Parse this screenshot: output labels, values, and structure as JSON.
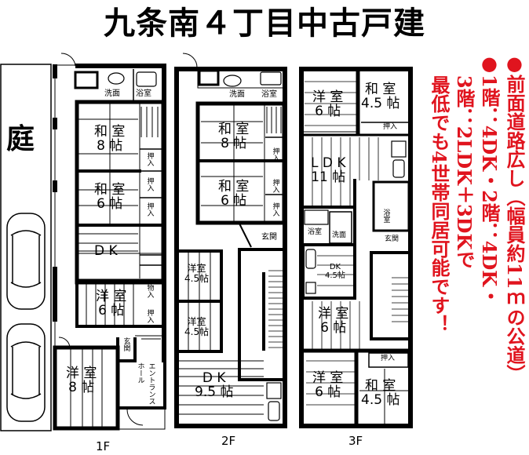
{
  "title": "九条南４丁目中古戸建",
  "garden_label": "庭",
  "floors": {
    "f1": {
      "label": "1F",
      "rooms": {
        "washroom": "洗面",
        "bath": "浴室",
        "washitsu8_name": "和 室",
        "washitsu8_size": "8 帖",
        "washitsu6_name": "和 室",
        "washitsu6_size": "6 帖",
        "closet_a": "押入",
        "closet_b": "押入",
        "closet_c": "押入",
        "dk": "D K",
        "youshitsu6_name": "洋 室",
        "youshitsu6_size": "6 帖",
        "storage": "物入",
        "closet_d": "押入",
        "genkan": "玄関",
        "entrance_hall_1": "エントランス",
        "entrance_hall_2": "ホール",
        "youshitsu8_name": "洋 室",
        "youshitsu8_size": "8 帖"
      }
    },
    "f2": {
      "label": "2F",
      "rooms": {
        "washroom": "洗面",
        "bath": "浴室",
        "washitsu8_name": "和 室",
        "washitsu8_size": "8 帖",
        "washitsu6_name": "和 室",
        "washitsu6_size": "6 帖",
        "closet_a": "押入",
        "closet_b": "押入",
        "closet_c": "押入",
        "genkan": "玄関",
        "youshitsu45a_name": "洋室",
        "youshitsu45a_size": "4.5帖",
        "youshitsu45b_name": "洋室",
        "youshitsu45b_size": "4.5帖",
        "dk_name": "D K",
        "dk_size": "9.5 帖"
      }
    },
    "f3": {
      "label": "3F",
      "rooms": {
        "youshitsu6a_name": "洋 室",
        "youshitsu6a_size": "6 帖",
        "washitsu45a_name": "和 室",
        "washitsu45a_size": "4.5 帖",
        "closet_a": "押入",
        "ldk_name": "L D K",
        "ldk_size": "11 帖",
        "bath_a": "浴室",
        "bath_b": "浴室",
        "washroom": "洗面",
        "genkan": "玄関",
        "dk_name": "DK",
        "dk_size": "4.5帖",
        "youshitsu6b_name": "洋 室",
        "youshitsu6b_size": "6 帖",
        "closet_b": "押入",
        "youshitsu6c_name": "洋 室",
        "youshitsu6c_size": "6 帖",
        "washitsu45b_name": "和 室",
        "washitsu45b_size": "4.5 帖"
      }
    }
  },
  "notes": {
    "line1": "●前面道路広し（幅員約11ｍの公道）",
    "line2": "●1階：4DK・2階：4DK・",
    "line3": "3階：2LDK＋3DKで",
    "line4": "最低でも4世帯同居可能です！",
    "color": "#e0141e"
  }
}
